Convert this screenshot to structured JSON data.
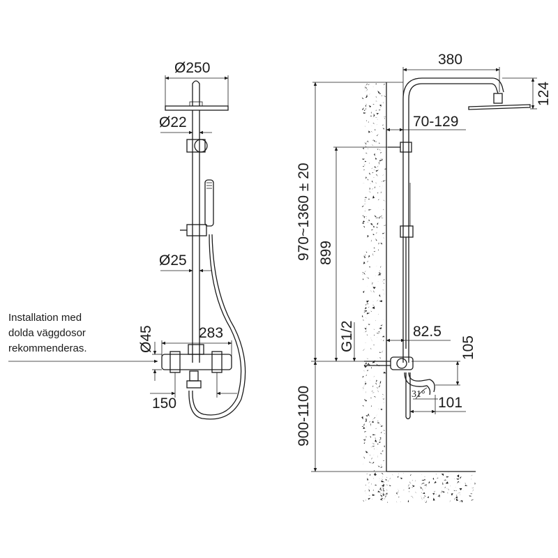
{
  "annotation": {
    "lines": [
      "Installation med",
      "dolda väggdosor",
      "rekommenderas."
    ]
  },
  "front_view": {
    "head_diameter": "Ø250",
    "pipe_diameter_top": "Ø22",
    "pipe_diameter_bar": "Ø25",
    "valve_diameter": "Ø45",
    "valve_width": "283",
    "inlet_spacing": "150"
  },
  "side_view": {
    "arm_length": "380",
    "head_height": "124",
    "wall_distance": "70-129",
    "overall_height": "970~1360 ± 20",
    "bar_height": "899",
    "connection_thread": "G1/2",
    "valve_projection": "82.5",
    "spout_height": "105",
    "spout_length": "101",
    "spout_angle": "31°",
    "inlet_height": "900-1100"
  }
}
